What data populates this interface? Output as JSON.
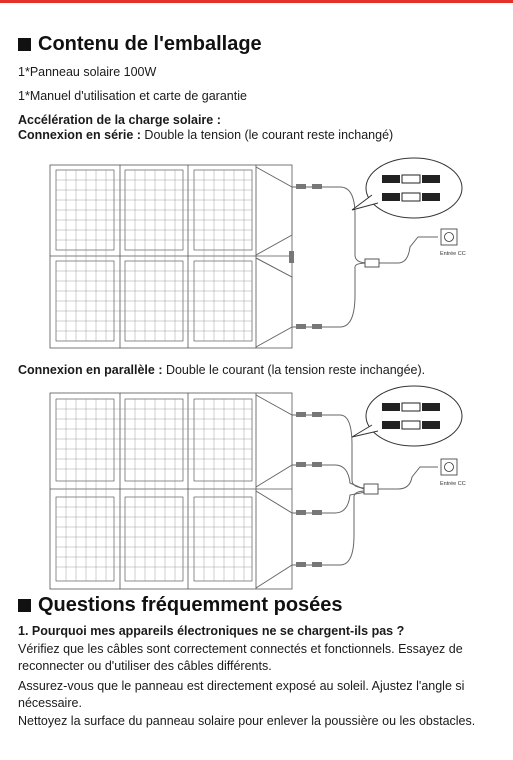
{
  "package": {
    "title": "Contenu de l'emballage",
    "items": [
      "1*Panneau solaire 100W",
      "1*Manuel d'utilisation et carte de garantie"
    ]
  },
  "charging": {
    "heading": "Accélération de la charge solaire :",
    "series_label": "Connexion en série :",
    "series_text": " Double la tension (le courant reste inchangé)",
    "parallel_label": "Connexion en parallèle :",
    "parallel_text": " Double le courant (la tension reste inchangée).",
    "dc_input_label": "Entrée CC"
  },
  "faq": {
    "title": "Questions fréquemment posées",
    "q1": "1. Pourquoi mes appareils électroniques ne se chargent-ils pas ?",
    "a1": [
      "Vérifiez que les câbles sont correctement connectés et fonctionnels. Essayez de reconnecter ou d'utiliser des câbles différents.",
      "Assurez-vous que le panneau est directement exposé au soleil. Ajustez l'angle si nécessaire.",
      "Nettoyez la surface du panneau solaire pour enlever la poussière ou les obstacles."
    ]
  }
}
